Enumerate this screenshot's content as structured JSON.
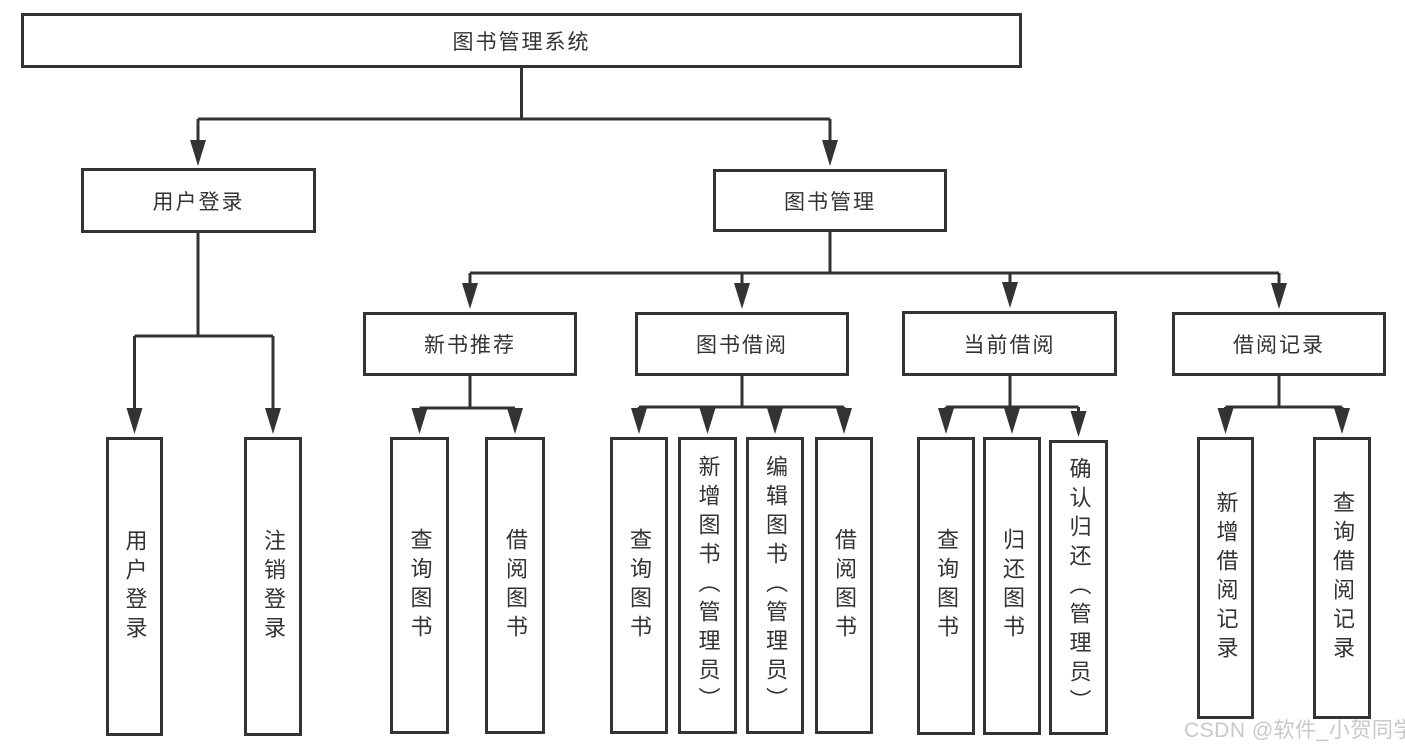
{
  "watermark": "CSDN @软件_小贺同学",
  "colors": {
    "line": "#333333",
    "text": "#333333",
    "background": "#ffffff",
    "watermark": "#c8c8c8"
  },
  "tree": {
    "label": "图书管理系统",
    "children": [
      {
        "label": "用户登录",
        "children": [
          {
            "label": "用户登录"
          },
          {
            "label": "注销登录"
          }
        ]
      },
      {
        "label": "图书管理",
        "children": [
          {
            "label": "新书推荐",
            "children": [
              {
                "label": "查询图书"
              },
              {
                "label": "借阅图书"
              }
            ]
          },
          {
            "label": "图书借阅",
            "children": [
              {
                "label": "查询图书"
              },
              {
                "label": "新增图书（管理员）"
              },
              {
                "label": "编辑图书（管理员）"
              },
              {
                "label": "借阅图书"
              }
            ]
          },
          {
            "label": "当前借阅",
            "children": [
              {
                "label": "查询图书"
              },
              {
                "label": "归还图书"
              },
              {
                "label": "确认归还（管理员）"
              }
            ]
          },
          {
            "label": "借阅记录",
            "children": [
              {
                "label": "新增借阅记录"
              },
              {
                "label": "查询借阅记录"
              }
            ]
          }
        ]
      }
    ]
  }
}
